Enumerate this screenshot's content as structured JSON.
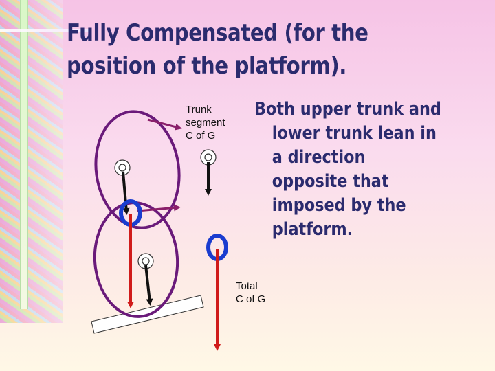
{
  "slide": {
    "title_line1": "Fully Compensated (for the",
    "title_line2": "position of the platform).",
    "trunk_label_line1": "Trunk",
    "trunk_label_line2": "segment",
    "trunk_label_line3": "C of G",
    "total_label_line1": "Total",
    "total_label_line2": "C of G",
    "body_line1": "Both upper trunk and",
    "body_line2": "lower trunk lean in",
    "body_line3": "a direction",
    "body_line4": "opposite that",
    "body_line5": "imposed by the",
    "body_line6": "platform."
  },
  "colors": {
    "title": "#2b2b6e",
    "segment_outline": "#6a1a7a",
    "joint_ring": "#1a3ccf",
    "force_arrow": "#d01b1b",
    "cog_arrow": "#111111",
    "arrow_purple": "#8a1f6a"
  }
}
